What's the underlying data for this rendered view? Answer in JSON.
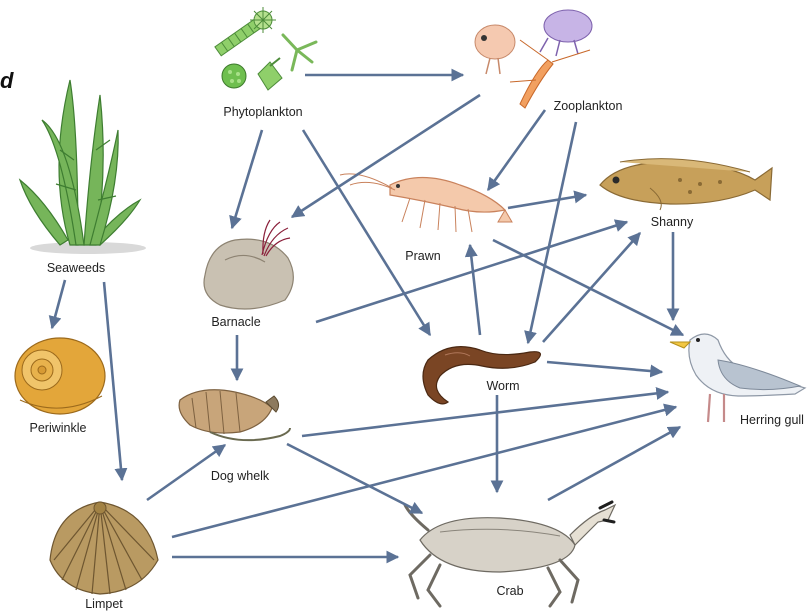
{
  "cropped_text": "d",
  "colors": {
    "arrow": "#5b7295",
    "label": "#222222"
  },
  "organisms": [
    {
      "id": "phytoplankton",
      "label": "Phytoplankton",
      "icon": "phytoplankton-icon"
    },
    {
      "id": "zooplankton",
      "label": "Zooplankton",
      "icon": "zooplankton-icon"
    },
    {
      "id": "seaweeds",
      "label": "Seaweeds",
      "icon": "seaweed-icon"
    },
    {
      "id": "prawn",
      "label": "Prawn",
      "icon": "prawn-icon"
    },
    {
      "id": "shanny",
      "label": "Shanny",
      "icon": "shanny-fish-icon"
    },
    {
      "id": "barnacle",
      "label": "Barnacle",
      "icon": "barnacle-icon"
    },
    {
      "id": "periwinkle",
      "label": "Periwinkle",
      "icon": "periwinkle-icon"
    },
    {
      "id": "worm",
      "label": "Worm",
      "icon": "worm-icon"
    },
    {
      "id": "herring_gull",
      "label": "Herring gull",
      "icon": "herring-gull-icon"
    },
    {
      "id": "dog_whelk",
      "label": "Dog whelk",
      "icon": "dog-whelk-icon"
    },
    {
      "id": "limpet",
      "label": "Limpet",
      "icon": "limpet-icon"
    },
    {
      "id": "crab",
      "label": "Crab",
      "icon": "crab-icon"
    }
  ],
  "links": [
    {
      "from": "phytoplankton",
      "to": "zooplankton"
    },
    {
      "from": "phytoplankton",
      "to": "barnacle"
    },
    {
      "from": "phytoplankton",
      "to": "worm"
    },
    {
      "from": "zooplankton",
      "to": "barnacle"
    },
    {
      "from": "zooplankton",
      "to": "prawn"
    },
    {
      "from": "zooplankton",
      "to": "worm"
    },
    {
      "from": "prawn",
      "to": "shanny"
    },
    {
      "from": "prawn",
      "to": "herring_gull"
    },
    {
      "from": "shanny",
      "to": "herring_gull"
    },
    {
      "from": "barnacle",
      "to": "shanny"
    },
    {
      "from": "barnacle",
      "to": "dog_whelk"
    },
    {
      "from": "worm",
      "to": "prawn"
    },
    {
      "from": "worm",
      "to": "shanny"
    },
    {
      "from": "worm",
      "to": "herring_gull"
    },
    {
      "from": "worm",
      "to": "crab"
    },
    {
      "from": "seaweeds",
      "to": "periwinkle"
    },
    {
      "from": "seaweeds",
      "to": "limpet"
    },
    {
      "from": "dog_whelk",
      "to": "herring_gull"
    },
    {
      "from": "dog_whelk",
      "to": "crab"
    },
    {
      "from": "limpet",
      "to": "dog_whelk"
    },
    {
      "from": "limpet",
      "to": "herring_gull"
    },
    {
      "from": "limpet",
      "to": "crab"
    },
    {
      "from": "crab",
      "to": "herring_gull"
    }
  ]
}
